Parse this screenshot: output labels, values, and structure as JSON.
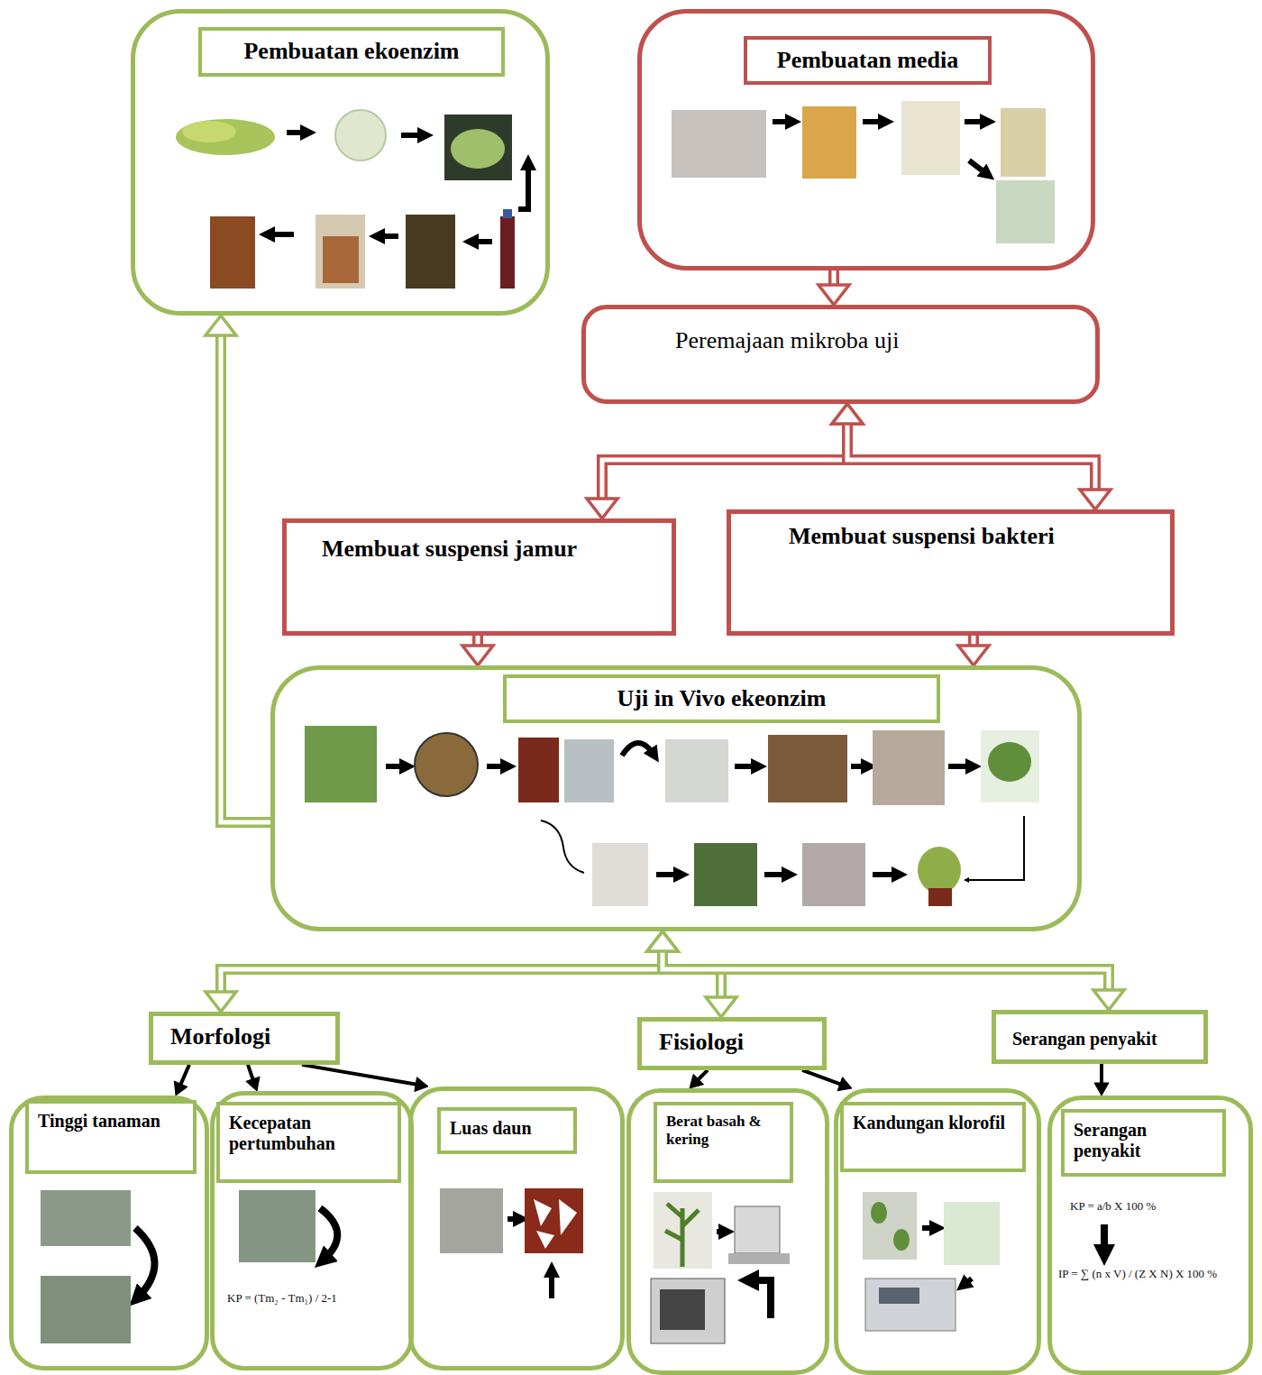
{
  "diagram": {
    "nodes": [
      {
        "text": [
          "Pembuatan ekoenzim"
        ]
      },
      {
        "text": [
          "Pembuatan media"
        ]
      },
      {
        "text": [
          "Peremajaan mikroba uji"
        ]
      },
      {
        "text": [
          "Membuat suspensi jamur"
        ]
      },
      {
        "text": [
          "Membuat suspensi bakteri"
        ]
      },
      {
        "text": [
          "Uji in Vivo ekeonzim"
        ]
      },
      {
        "text": [
          "Morfologi"
        ]
      },
      {
        "text": [
          "Fisiologi"
        ]
      },
      {
        "text": [
          "Serangan penyakit"
        ]
      },
      {
        "text": [
          "Tinggi tanaman"
        ]
      },
      {
        "text": [
          "Kecepatan pertumbuhan"
        ]
      },
      {
        "text": [
          "Luas daun"
        ]
      },
      {
        "text": [
          "Berat basah & kering"
        ]
      },
      {
        "text": [
          "Kandungan klorofil"
        ]
      },
      {
        "text": [
          "Serangan penyakit"
        ]
      }
    ],
    "edges": [
      {
        "from": 1,
        "to": 2,
        "arrow": "to"
      },
      {
        "from": 2,
        "to": 3,
        "arrow": "both"
      },
      {
        "from": 2,
        "to": 4,
        "arrow": "both"
      },
      {
        "from": 3,
        "to": 5,
        "arrow": "to"
      },
      {
        "from": 4,
        "to": 5,
        "arrow": "to"
      },
      {
        "from": 5,
        "to": 0,
        "arrow": "to"
      },
      {
        "from": 5,
        "to": 6,
        "arrow": "both"
      },
      {
        "from": 5,
        "to": 7,
        "arrow": "both"
      },
      {
        "from": 5,
        "to": 8,
        "arrow": "both"
      },
      {
        "from": 6,
        "to": 9,
        "arrow": "to"
      },
      {
        "from": 6,
        "to": 10,
        "arrow": "to"
      },
      {
        "from": 6,
        "to": 11,
        "arrow": "to"
      },
      {
        "from": 7,
        "to": 12,
        "arrow": "to"
      },
      {
        "from": 7,
        "to": 13,
        "arrow": "to"
      },
      {
        "from": 8,
        "to": 14,
        "arrow": "to"
      }
    ],
    "labels": [
      "KP = (Tm₂ - Tm₁) / 2-1",
      "KP = a/b X 100 %",
      "IP = ∑ (n x V) / (Z X N) X 100 %"
    ]
  }
}
